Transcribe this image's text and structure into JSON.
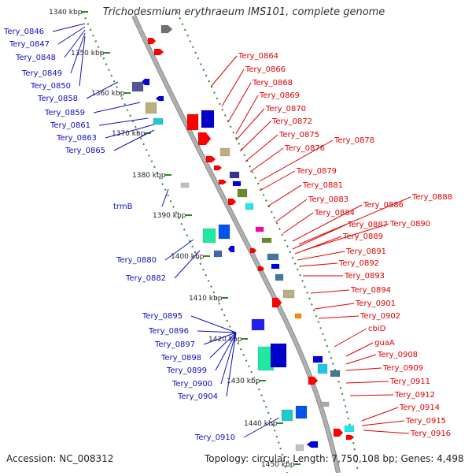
{
  "title": "Trichodesmium erythraeum IMS101, complete genome",
  "accession_text": "Accession: NC_008312",
  "summary_text": "Topology: circular; Length: 7,750,108 bp; Genes: 4,498",
  "colors": {
    "backbone": "#b0b0b0",
    "scale_dots": "#2a8a2a",
    "left_labels": "#1010c0",
    "right_labels": "#e00000"
  },
  "scale_ticks": [
    {
      "label": "1340 kbp",
      "kbp": 1340
    },
    {
      "label": "1350 kbp",
      "kbp": 1350
    },
    {
      "label": "1360 kbp",
      "kbp": 1360
    },
    {
      "label": "1370 kbp",
      "kbp": 1370
    },
    {
      "label": "1380 kbp",
      "kbp": 1380
    },
    {
      "label": "1390 kbp",
      "kbp": 1390
    },
    {
      "label": "1400 kbp",
      "kbp": 1400
    },
    {
      "label": "1410 kbp",
      "kbp": 1410
    },
    {
      "label": "1420 kbp",
      "kbp": 1420
    },
    {
      "label": "1430 kbp",
      "kbp": 1430
    },
    {
      "label": "1440 kbp",
      "kbp": 1440
    },
    {
      "label": "1450 kbp",
      "kbp": 1450
    }
  ],
  "left_genes": [
    "Tery_0846",
    "Tery_0847",
    "Tery_0848",
    "Tery_0849",
    "Tery_0850",
    "Tery_0858",
    "Tery_0859",
    "Tery_0861",
    "Tery_0863",
    "Tery_0865",
    "trmB",
    "Tery_0880",
    "Tery_0882",
    "Tery_0895",
    "Tery_0896",
    "Tery_0897",
    "Tery_0898",
    "Tery_0899",
    "Tery_0900",
    "Tery_0904",
    "Tery_0910"
  ],
  "right_genes": [
    "Tery_0864",
    "Tery_0866",
    "Tery_0868",
    "Tery_0869",
    "Tery_0870",
    "Tery_0872",
    "Tery_0875",
    "Tery_0876",
    "Tery_0878",
    "Tery_0879",
    "Tery_0881",
    "Tery_0883",
    "Tery_0884",
    "Tery_0886",
    "Tery_0888",
    "Tery_0887",
    "Tery_0890",
    "Tery_0889",
    "Tery_0891",
    "Tery_0892",
    "Tery_0893",
    "Tery_0894",
    "Tery_0901",
    "Tery_0902",
    "cbiD",
    "guaA",
    "Tery_0908",
    "Tery_0909",
    "Tery_0911",
    "Tery_0912",
    "Tery_0914",
    "Tery_0915",
    "Tery_0916"
  ]
}
